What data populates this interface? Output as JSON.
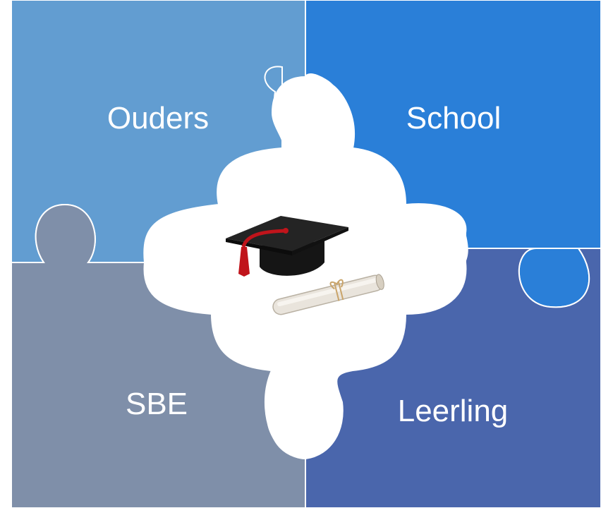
{
  "pieces": [
    {
      "id": "ouders",
      "label": "Ouders",
      "color": "#629dd1"
    },
    {
      "id": "school",
      "label": "School",
      "color": "#2a7fd8"
    },
    {
      "id": "sbe",
      "label": "SBE",
      "color": "#7f8fa9"
    },
    {
      "id": "leerling",
      "label": "Leerling",
      "color": "#4a66ac"
    }
  ],
  "center": {
    "icons": [
      "graduation-cap-icon",
      "diploma-scroll-icon"
    ],
    "tassel_color": "#c0141b"
  }
}
